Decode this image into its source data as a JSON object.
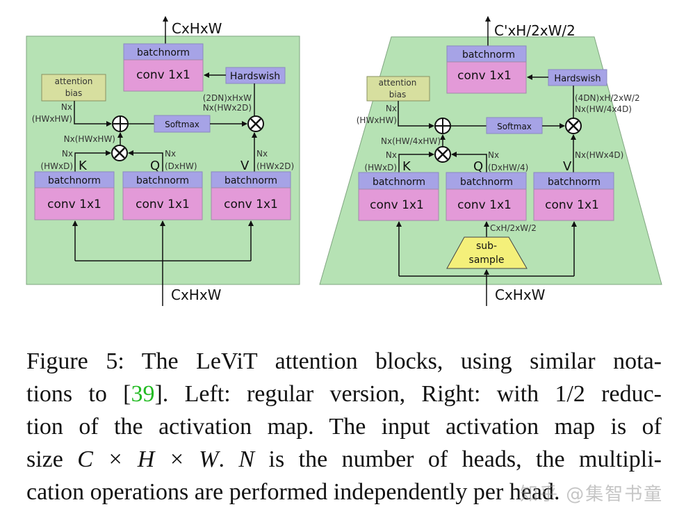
{
  "figure": {
    "left": {
      "output_label": "CxHxW",
      "input_label": "CxHxW",
      "top_batchnorm": "batchnorm",
      "top_conv": "conv 1x1",
      "hardswish": "Hardswish",
      "attention_bias": [
        "attention",
        "bias"
      ],
      "softmax": "Softmax",
      "bias_dims": [
        "Nx",
        "(HWxHW)"
      ],
      "v_out_dims": [
        "(2DN)xHxW",
        "Nx(HWx2D)"
      ],
      "qk_dims": "Nx(HWxHW)",
      "k": {
        "letter": "K",
        "dims": [
          "Nx",
          "(HWxD)"
        ]
      },
      "q": {
        "letter": "Q",
        "dims": [
          "Nx",
          "(DxHW)"
        ]
      },
      "v": {
        "letter": "V",
        "dims": [
          "Nx",
          "(HWx2D)"
        ]
      },
      "branch_batchnorm": "batchnorm",
      "branch_conv": "conv 1x1"
    },
    "right": {
      "output_label": "C'xH/2xW/2",
      "input_label": "CxHxW",
      "top_batchnorm": "batchnorm",
      "top_conv": "conv 1x1",
      "hardswish": "Hardswish",
      "attention_bias": [
        "attention",
        "bias"
      ],
      "softmax": "Softmax",
      "bias_dims": [
        "Nx",
        "(HWxHW)"
      ],
      "v_out_dims": [
        "(4DN)xH/2xW/2",
        "Nx(HW/4x4D)"
      ],
      "qk_dims": "Nx(HW/4xHW)",
      "k": {
        "letter": "K",
        "dims": [
          "Nx",
          "(HWxD)"
        ]
      },
      "q": {
        "letter": "Q",
        "dims": [
          "Nx",
          "(DxHW/4)"
        ]
      },
      "v": {
        "letter": "V",
        "dims": [
          "Nx(HWx4D)"
        ]
      },
      "subsample": [
        "sub-",
        "sample"
      ],
      "subsample_dims": "CxH/2xW/2",
      "branch_batchnorm": "batchnorm",
      "branch_conv": "conv 1x1"
    },
    "colors": {
      "green": "#b6e2b4",
      "purple": "#a6a3e6",
      "pink": "#e39ad8",
      "yellow_green": "#d7df9f",
      "yellow": "#f4f07a",
      "ref": "#22bb22"
    }
  },
  "caption": {
    "l1": "Figure 5:  The LeViT attention blocks, using similar nota-",
    "l2a": "tions to [",
    "ref": "39",
    "l2b": "]. Left: regular version, Right: with 1/2 reduc-",
    "l3": "tion of the activation map. The input activation map is of",
    "l4a": "size ",
    "l4m": "C × H × W",
    "l4b": ". ",
    "l4n": "N",
    "l4c": " is the number of heads, the multipli-",
    "l5": "cation operations are performed independently per head."
  },
  "watermark": "知乎 @集智书童"
}
